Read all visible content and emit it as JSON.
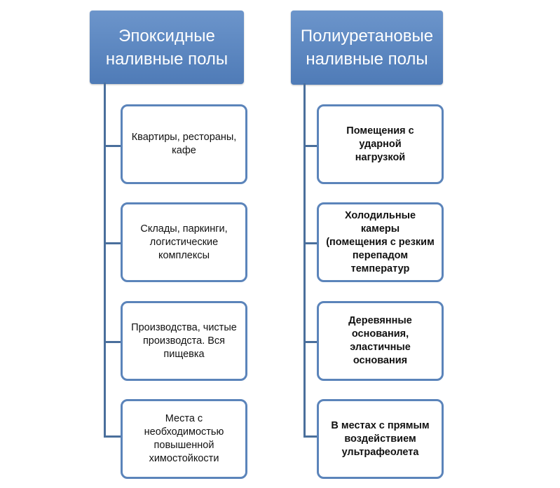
{
  "columns": [
    {
      "header": [
        "Эпоксидные",
        "наливные полы"
      ],
      "items": [
        [
          "Квартиры, рестораны,",
          "кафе"
        ],
        [
          "Склады, паркинги,",
          "логистические",
          "комплексы"
        ],
        [
          "Производства, чистые",
          "производста. Вся",
          "пищевка"
        ],
        [
          "Места с",
          "необходимостью",
          "повышенной",
          "химостойкости"
        ]
      ]
    },
    {
      "header": [
        "Полиуретановые",
        "наливные полы"
      ],
      "items": [
        [
          "Помещения с ударной",
          "нагрузкой"
        ],
        [
          "Холодильные камеры",
          "(помещения с резким",
          "перепадом",
          "температур"
        ],
        [
          "Деревянные",
          "основания,",
          "эластичные основания"
        ],
        [
          "В местах с прямым",
          "воздействием",
          "ультрафеолета"
        ]
      ]
    }
  ],
  "colors": {
    "header_fill": "#5b84ba",
    "card_border": "#5b84ba",
    "connector": "#4a6f9c"
  }
}
